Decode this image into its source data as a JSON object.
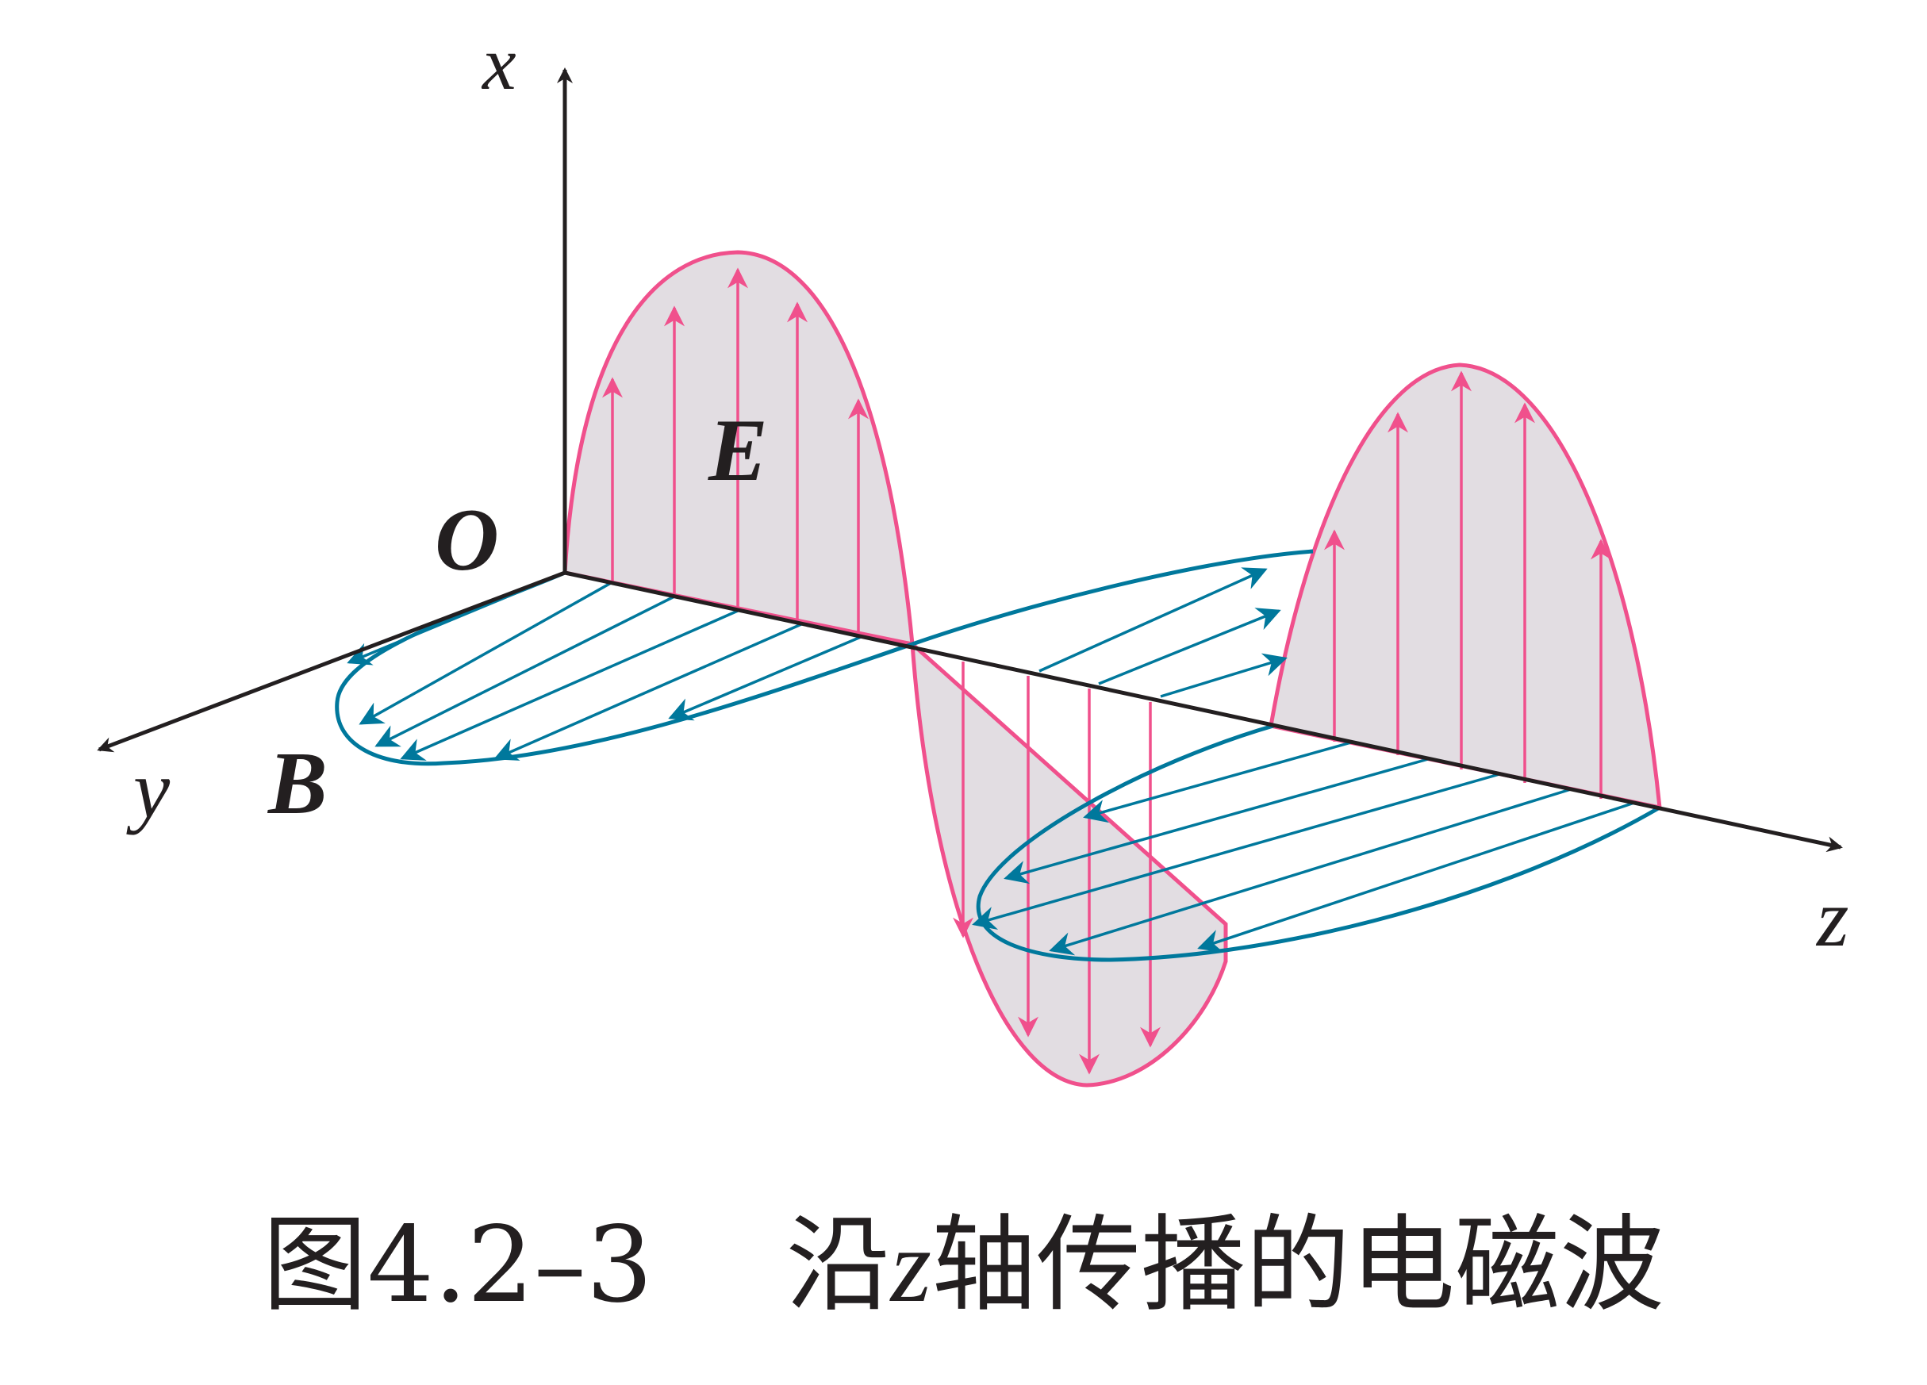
{
  "labels": {
    "x_axis": "x",
    "y_axis": "y",
    "z_axis": "z",
    "origin": "O",
    "electric_field": "E",
    "magnetic_field": "B"
  },
  "caption": {
    "figure_number": "图4.2–3",
    "text_before": "沿",
    "variable": "z",
    "text_after": "轴传播的电磁波"
  },
  "colors": {
    "axis": "#231f20",
    "electric_field": "#f0508c",
    "magnetic_field": "#00789c",
    "wave_fill": "#e2dde2"
  }
}
